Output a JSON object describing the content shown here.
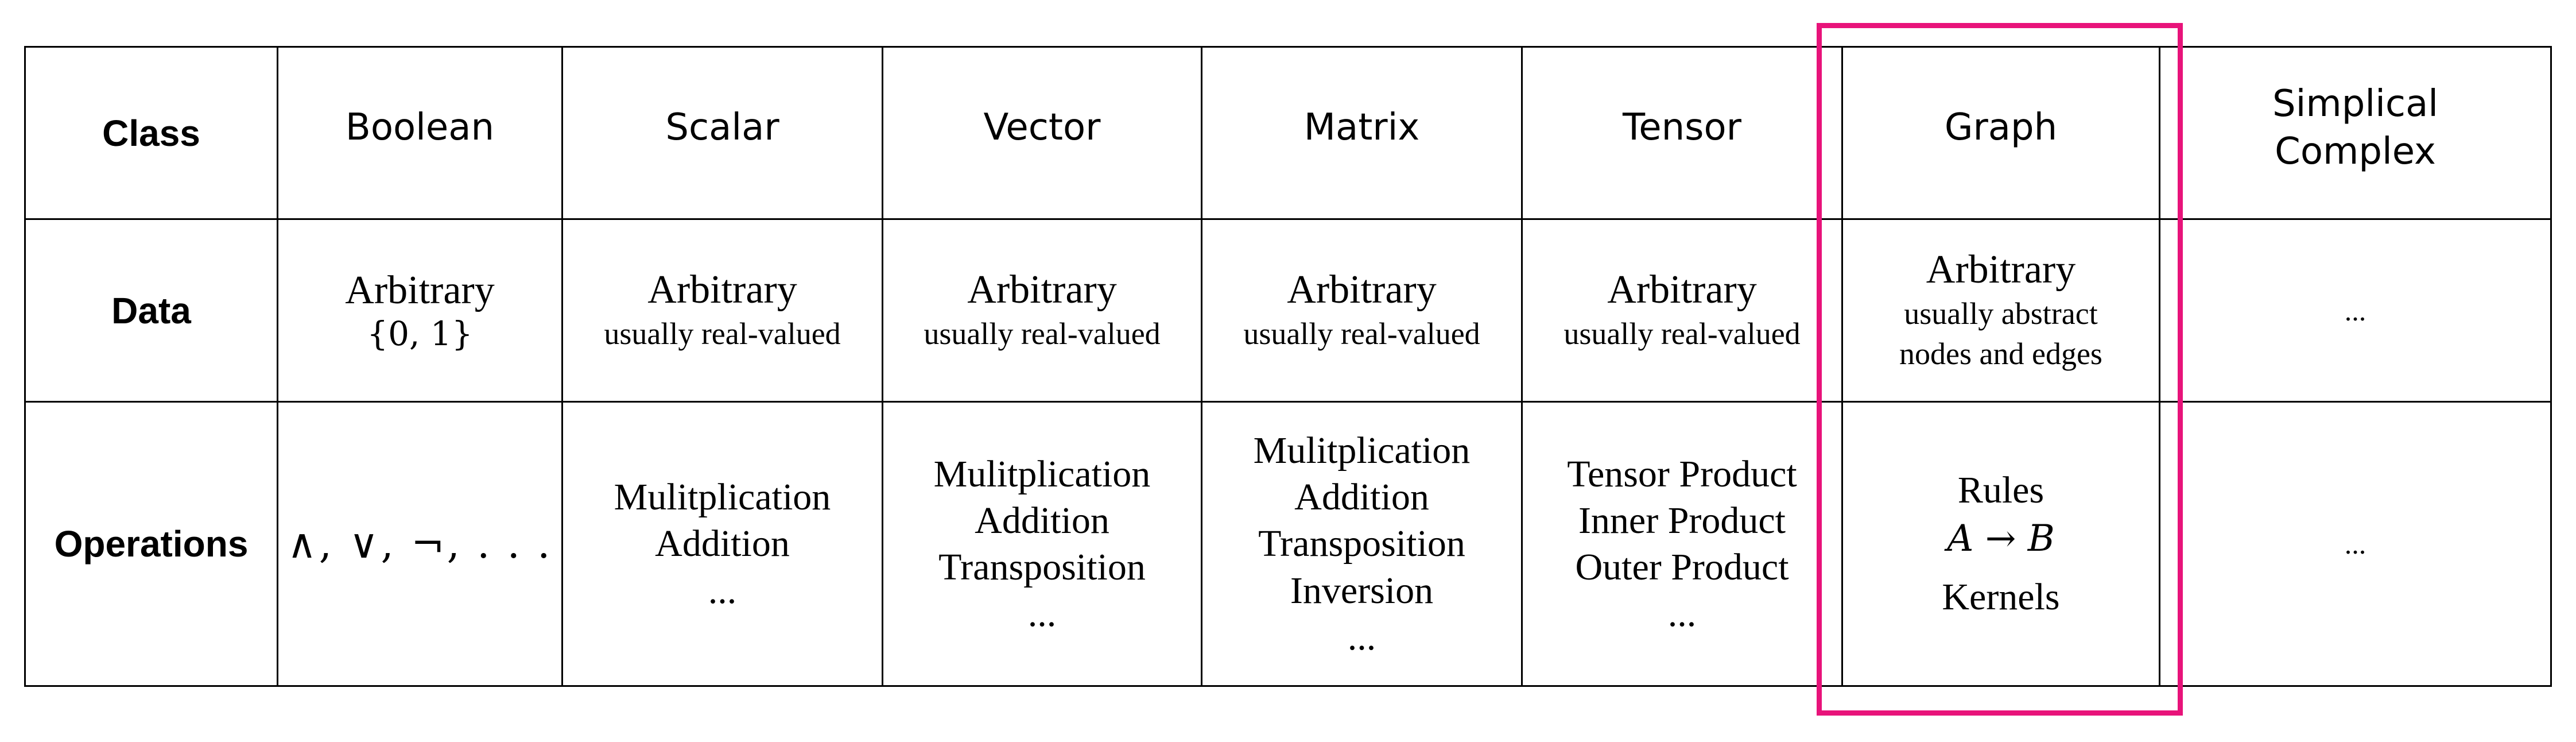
{
  "row_headers": [
    "Class",
    "Data",
    "Operations"
  ],
  "columns": [
    {
      "name_lines": [
        "Boolean"
      ],
      "data_main": "Arbitrary",
      "data_sub": [
        "{0, 1}"
      ],
      "ops": [
        "∧, ∨,  ¬, . . ."
      ]
    },
    {
      "name_lines": [
        "Scalar"
      ],
      "data_main": "Arbitrary",
      "data_sub": [
        "usually real-valued"
      ],
      "ops": [
        "Mulitplication",
        "Addition",
        "..."
      ]
    },
    {
      "name_lines": [
        "Vector"
      ],
      "data_main": "Arbitrary",
      "data_sub": [
        "usually real-valued"
      ],
      "ops": [
        "Mulitplication",
        "Addition",
        "Transposition",
        "..."
      ]
    },
    {
      "name_lines": [
        "Matrix"
      ],
      "data_main": "Arbitrary",
      "data_sub": [
        "usually real-valued"
      ],
      "ops": [
        "Mulitplication",
        "Addition",
        "Transposition",
        "Inversion",
        "..."
      ]
    },
    {
      "name_lines": [
        "Tensor"
      ],
      "data_main": "Arbitrary",
      "data_sub": [
        "usually real-valued"
      ],
      "ops": [
        "Tensor Product",
        "Inner Product",
        "Outer Product",
        "..."
      ]
    },
    {
      "name_lines": [
        "Graph"
      ],
      "data_main": "Arbitrary",
      "data_sub": [
        "usually abstract",
        "nodes and edges"
      ],
      "ops": [
        "Rules",
        "A → B",
        "Kernels"
      ]
    },
    {
      "name_lines": [
        "Simplical",
        "Complex"
      ],
      "data_main": "",
      "data_sub": [
        "..."
      ],
      "ops": [
        "..."
      ]
    }
  ],
  "highlight_color": "#e8137a"
}
